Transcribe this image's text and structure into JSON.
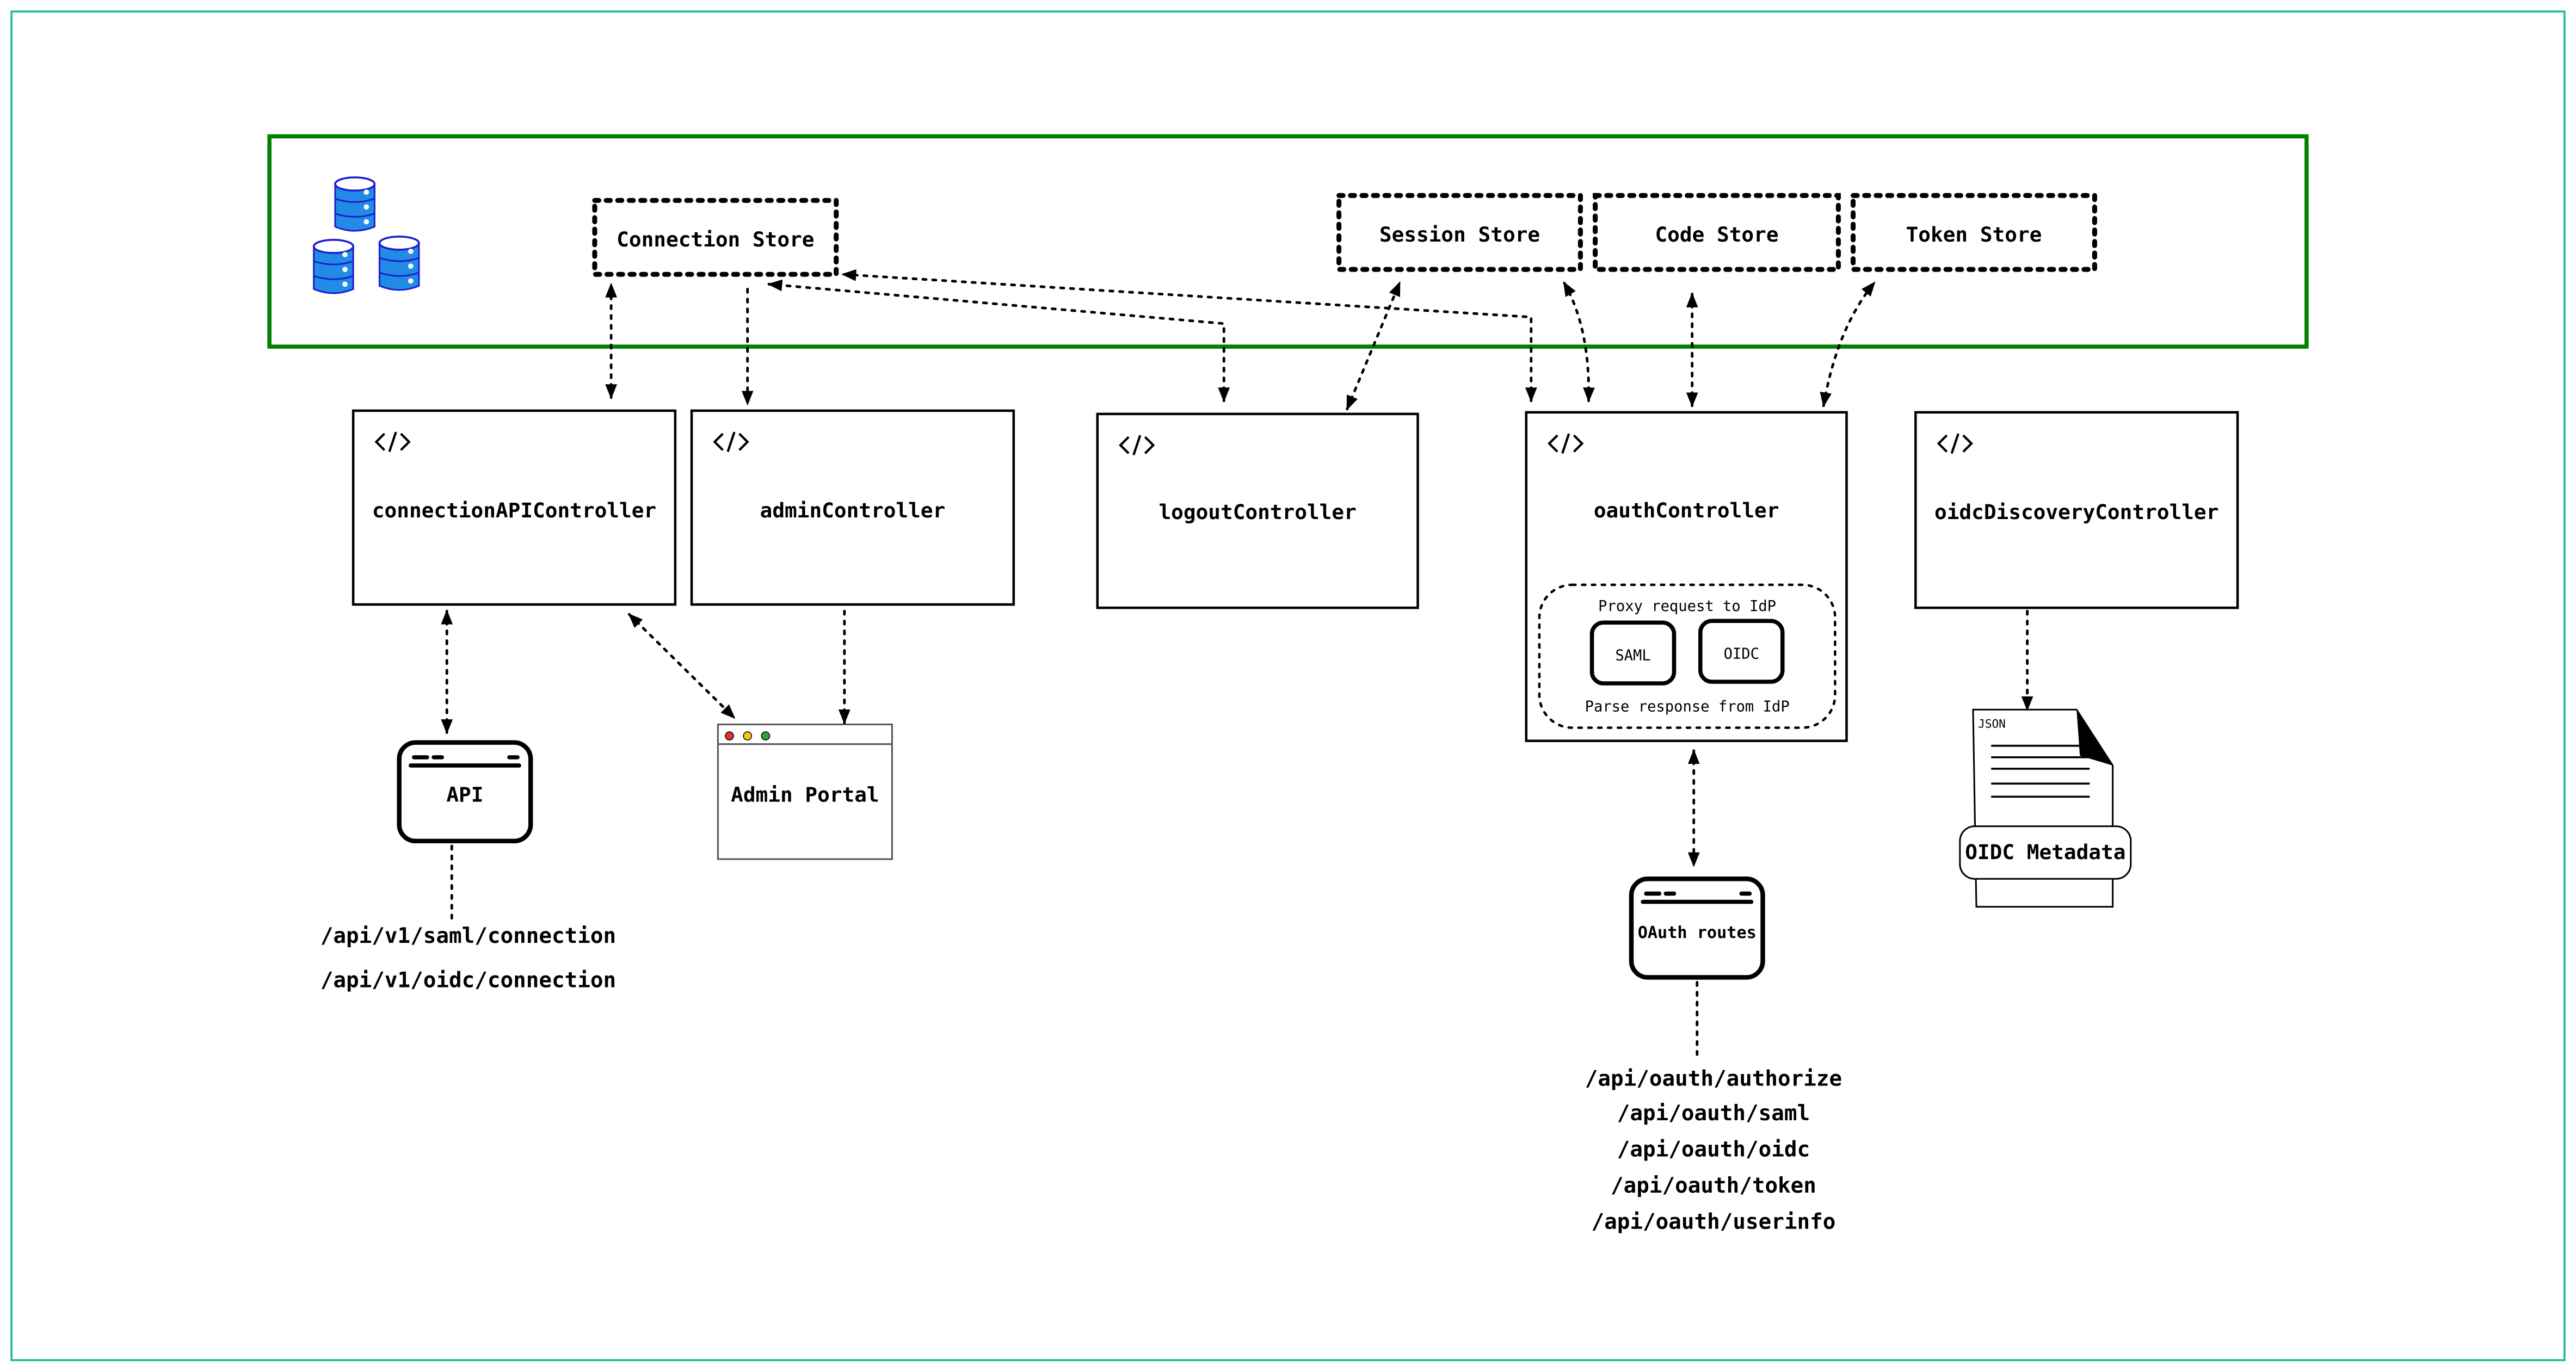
{
  "colors": {
    "frame": "#1abc9c",
    "group_border": "#008000",
    "db_fill": "#228be6",
    "db_stroke": "#1e1ed0"
  },
  "stores": {
    "connection": "Connection Store",
    "session": "Session Store",
    "code": "Code Store",
    "token": "Token Store"
  },
  "controllers": {
    "connection_api": "connectionAPIController",
    "admin": "adminController",
    "logout": "logoutController",
    "oauth": "oauthController",
    "oidc_discovery": "oidcDiscoveryController"
  },
  "oauth_inner": {
    "proxy": "Proxy request to IdP",
    "saml": "SAML",
    "oidc": "OIDC",
    "parse": "Parse response from IdP"
  },
  "clients": {
    "api": "API",
    "admin_portal": "Admin Portal",
    "oauth_routes": "OAuth routes",
    "json_label": "JSON",
    "oidc_metadata": "OIDC Metadata"
  },
  "api_routes": [
    "/api/v1/saml/connection",
    "/api/v1/oidc/connection"
  ],
  "oauth_routes": [
    "/api/oauth/authorize",
    "/api/oauth/saml",
    "/api/oauth/oidc",
    "/api/oauth/token",
    "/api/oauth/userinfo"
  ],
  "icons": {
    "controller": "code-icon",
    "database": "database-icon"
  }
}
